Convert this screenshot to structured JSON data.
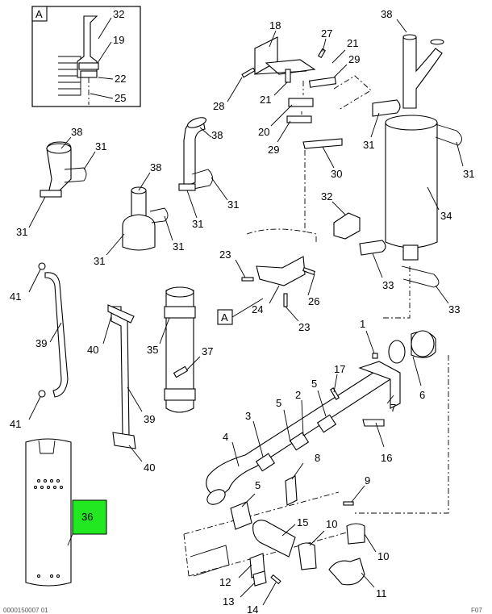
{
  "detail": {
    "view_letter": "A",
    "parts": [
      "32",
      "19",
      "22",
      "25"
    ]
  },
  "view_reference_letter": "A",
  "callouts": [
    "1",
    "2",
    "3",
    "4",
    "5",
    "6",
    "7",
    "8",
    "9",
    "10",
    "11",
    "12",
    "13",
    "14",
    "15",
    "16",
    "17",
    "18",
    "19",
    "20",
    "21",
    "22",
    "23",
    "24",
    "25",
    "26",
    "27",
    "28",
    "29",
    "30",
    "31",
    "32",
    "33",
    "34",
    "35",
    "36",
    "37",
    "38",
    "39",
    "40",
    "41"
  ],
  "highlighted_part": "36",
  "highlight_color": "#22e822",
  "footer_code_left": "0000150007 01",
  "footer_code_right": "F07"
}
